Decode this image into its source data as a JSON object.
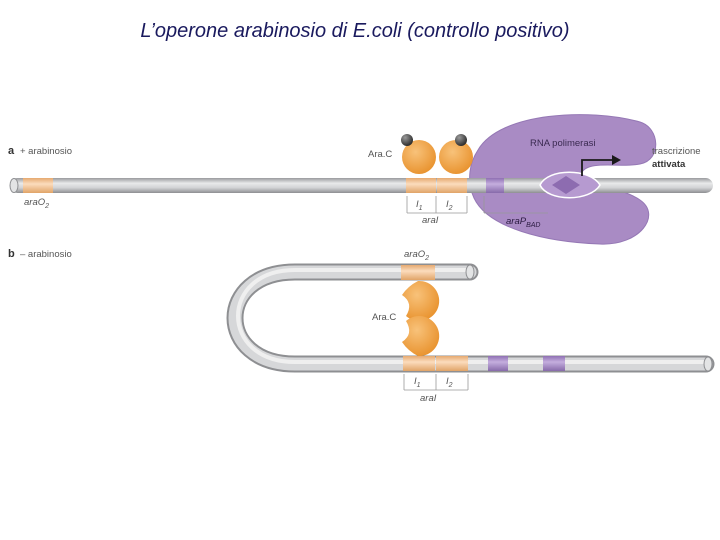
{
  "title": "L’operone arabinosio di E.coli (controllo positivo)",
  "panel_a": {
    "letter": "a",
    "condition": "+ arabinosio",
    "arac_label": "Ara.C",
    "rna_pol_label": "RNA polimerasi",
    "transcription_line1": "trascrizione",
    "transcription_line2": "attivata",
    "araO2_label": "araO",
    "araO2_sub": "2",
    "I1_label": "I",
    "I1_sub": "1",
    "I2_label": "I",
    "I2_sub": "2",
    "araI_label": "araI",
    "araPBAD_label": "araP",
    "araPBAD_sub": "BAD"
  },
  "panel_b": {
    "letter": "b",
    "condition": "– arabinosio",
    "araO2_label": "araO",
    "araO2_sub": "2",
    "arac_label": "Ara.C",
    "I1_label": "I",
    "I1_sub": "1",
    "I2_label": "I",
    "I2_sub": "2",
    "araI_label": "araI"
  },
  "colors": {
    "dna": "#c8c9cb",
    "binding_site": "#f5c79a",
    "arac": "#f0a040",
    "arabinose": "#4a4a4a",
    "rna_pol": "#a98bc4",
    "promoter": "#a88cc8"
  }
}
